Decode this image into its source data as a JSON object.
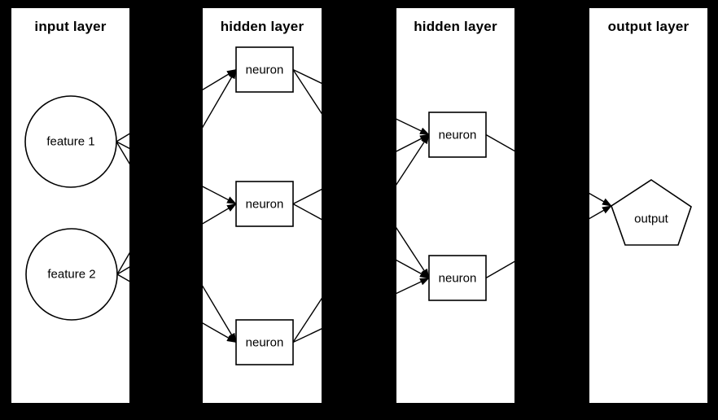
{
  "diagram": {
    "type": "neural-network",
    "colors": {
      "background": "#000000",
      "panel": "#ffffff",
      "ink": "#000000"
    },
    "layers": [
      {
        "title": "input layer",
        "nodes": [
          {
            "id": "f1",
            "label": "feature 1",
            "shape": "circle"
          },
          {
            "id": "f2",
            "label": "feature 2",
            "shape": "circle"
          }
        ]
      },
      {
        "title": "hidden layer",
        "nodes": [
          {
            "id": "h1n1",
            "label": "neuron",
            "shape": "rect"
          },
          {
            "id": "h1n2",
            "label": "neuron",
            "shape": "rect"
          },
          {
            "id": "h1n3",
            "label": "neuron",
            "shape": "rect"
          }
        ]
      },
      {
        "title": "hidden layer",
        "nodes": [
          {
            "id": "h2n1",
            "label": "neuron",
            "shape": "rect"
          },
          {
            "id": "h2n2",
            "label": "neuron",
            "shape": "rect"
          }
        ]
      },
      {
        "title": "output layer",
        "nodes": [
          {
            "id": "out",
            "label": "output",
            "shape": "pentagon"
          }
        ]
      }
    ],
    "edges": [
      [
        "f1",
        "h1n1"
      ],
      [
        "f1",
        "h1n2"
      ],
      [
        "f1",
        "h1n3"
      ],
      [
        "f2",
        "h1n1"
      ],
      [
        "f2",
        "h1n2"
      ],
      [
        "f2",
        "h1n3"
      ],
      [
        "h1n1",
        "h2n1"
      ],
      [
        "h1n1",
        "h2n2"
      ],
      [
        "h1n2",
        "h2n1"
      ],
      [
        "h1n2",
        "h2n2"
      ],
      [
        "h1n3",
        "h2n1"
      ],
      [
        "h1n3",
        "h2n2"
      ],
      [
        "h2n1",
        "out"
      ],
      [
        "h2n2",
        "out"
      ]
    ]
  }
}
